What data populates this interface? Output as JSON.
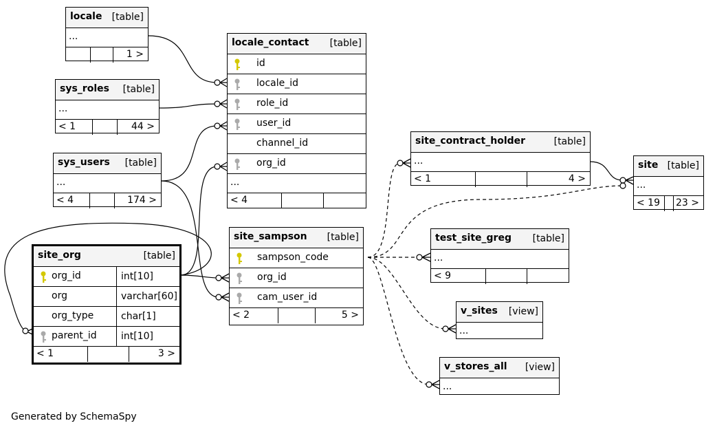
{
  "footer": "Generated by SchemaSpy",
  "tables": {
    "locale": {
      "name": "locale",
      "type": "[table]",
      "ellipsis": "...",
      "left": "",
      "right": "1 >"
    },
    "sys_roles": {
      "name": "sys_roles",
      "type": "[table]",
      "ellipsis": "...",
      "left": "< 1",
      "right": "44 >"
    },
    "sys_users": {
      "name": "sys_users",
      "type": "[table]",
      "ellipsis": "...",
      "left": "< 4",
      "right": "174 >"
    },
    "locale_contact": {
      "name": "locale_contact",
      "type": "[table]",
      "columns": [
        {
          "name": "id",
          "key": "primary"
        },
        {
          "name": "locale_id",
          "key": "foreign"
        },
        {
          "name": "role_id",
          "key": "foreign"
        },
        {
          "name": "user_id",
          "key": "foreign"
        },
        {
          "name": "channel_id",
          "key": ""
        },
        {
          "name": "org_id",
          "key": "foreign"
        }
      ],
      "ellipsis": "...",
      "left": "< 4",
      "right": ""
    },
    "site_org": {
      "name": "site_org",
      "type": "[table]",
      "columns": [
        {
          "name": "org_id",
          "key": "primary",
          "dtype": "int[10]"
        },
        {
          "name": "org",
          "key": "",
          "dtype": "varchar[60]"
        },
        {
          "name": "org_type",
          "key": "",
          "dtype": "char[1]"
        },
        {
          "name": "parent_id",
          "key": "foreign",
          "dtype": "int[10]"
        }
      ],
      "left": "< 1",
      "right": "3 >"
    },
    "site_sampson": {
      "name": "site_sampson",
      "type": "[table]",
      "columns": [
        {
          "name": "sampson_code",
          "key": "primary"
        },
        {
          "name": "org_id",
          "key": "foreign"
        },
        {
          "name": "cam_user_id",
          "key": "foreign"
        }
      ],
      "left": "< 2",
      "right": "5 >"
    },
    "site_contract_holder": {
      "name": "site_contract_holder",
      "type": "[table]",
      "ellipsis": "...",
      "left": "< 1",
      "right": "4 >"
    },
    "site": {
      "name": "site",
      "type": "[table]",
      "ellipsis": "...",
      "left": "< 19",
      "right": "23 >"
    },
    "test_site_greg": {
      "name": "test_site_greg",
      "type": "[table]",
      "ellipsis": "...",
      "left": "< 9",
      "right": ""
    },
    "v_sites": {
      "name": "v_sites",
      "type": "[view]",
      "ellipsis": "..."
    },
    "v_stores_all": {
      "name": "v_stores_all",
      "type": "[view]",
      "ellipsis": "..."
    }
  },
  "colors": {
    "primary_key": "#d4c800",
    "foreign_key": "#aaaaaa",
    "header_bg": "#f4f4f4"
  }
}
